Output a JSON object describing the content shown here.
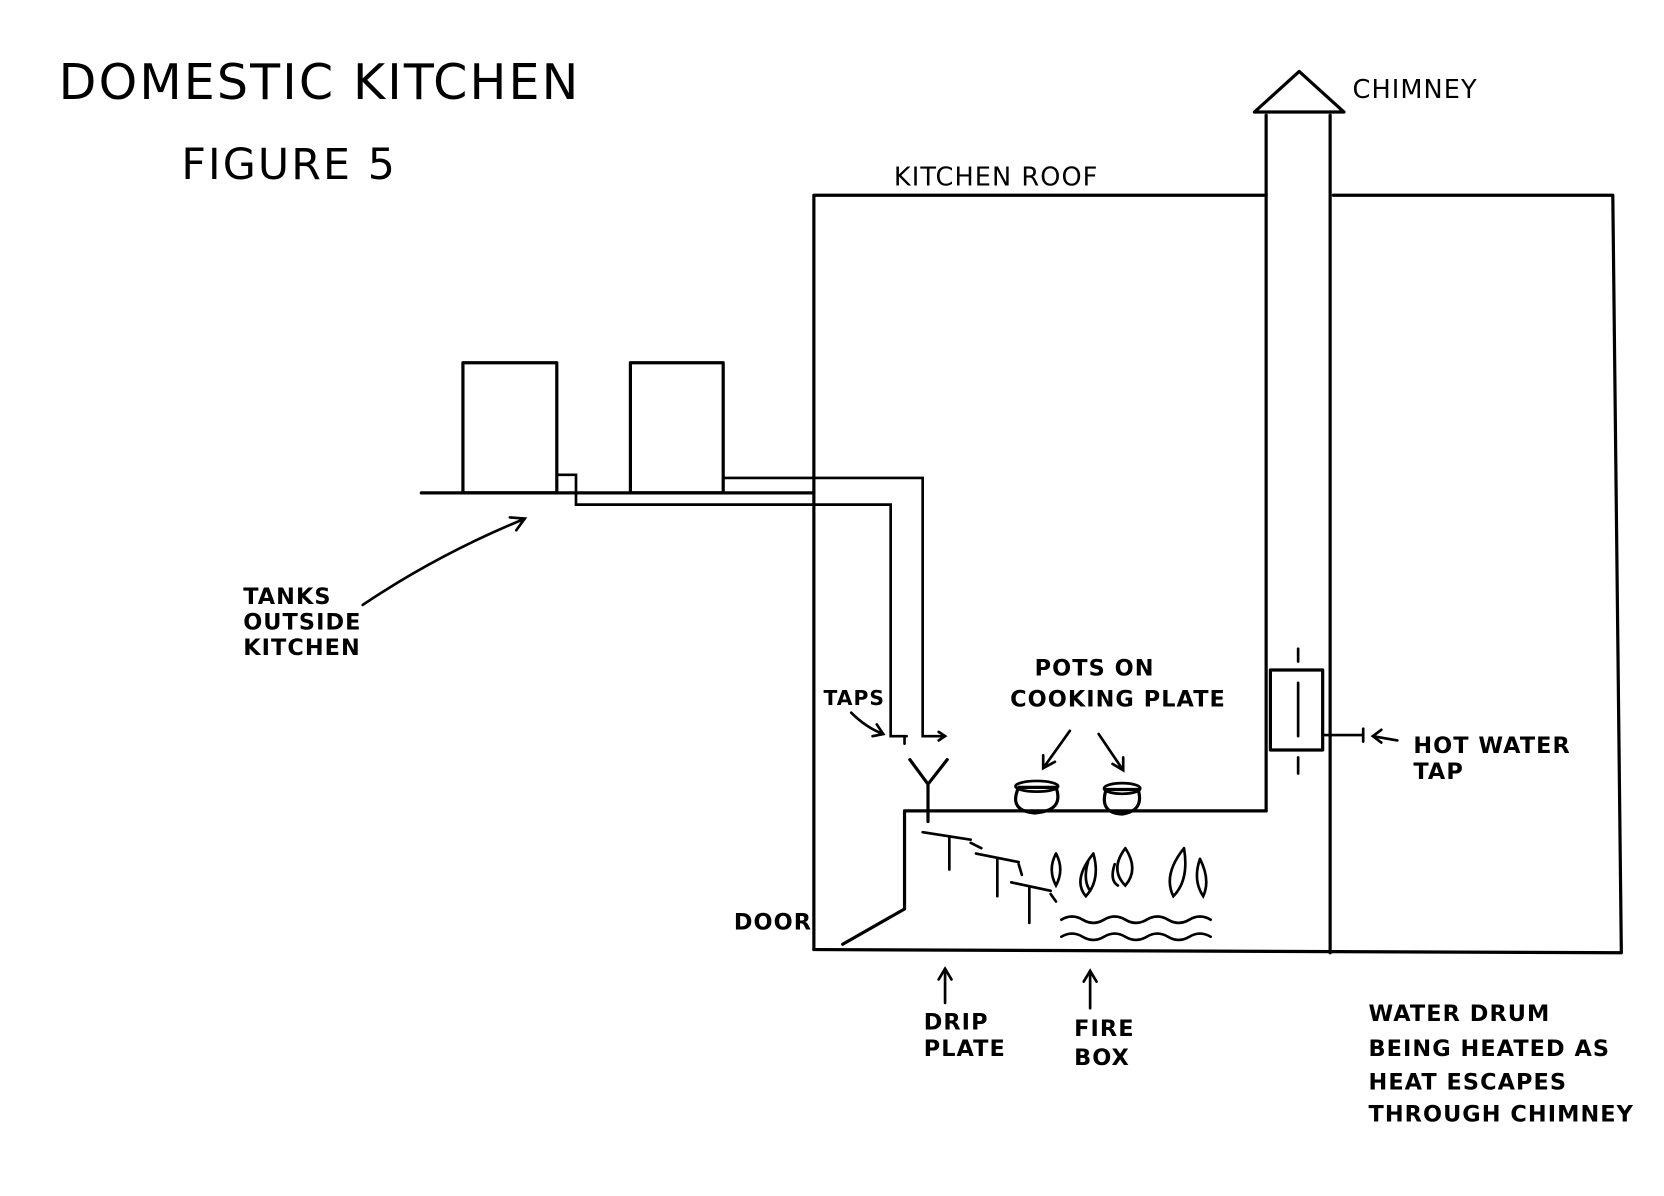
{
  "title": "DOMESTIC KITCHEN",
  "subtitle": "FIGURE 5",
  "labels": {
    "chimney": "CHIMNEY",
    "kitchen_roof": "KITCHEN ROOF",
    "tanks": [
      "TANKS",
      "OUTSIDE",
      "KITCHEN"
    ],
    "taps": "TAPS",
    "pots": [
      "POTS ON",
      "COOKING PLATE"
    ],
    "hot_water_tap": [
      "HOT WATER",
      "TAP"
    ],
    "door": "DOOR",
    "drip_plate": [
      "DRIP",
      "PLATE"
    ],
    "fire_box": [
      "FIRE",
      "BOX"
    ],
    "water_drum": [
      "WATER DRUM",
      "BEING HEATED AS",
      "HEAT ESCAPES",
      "THROUGH CHIMNEY"
    ]
  }
}
